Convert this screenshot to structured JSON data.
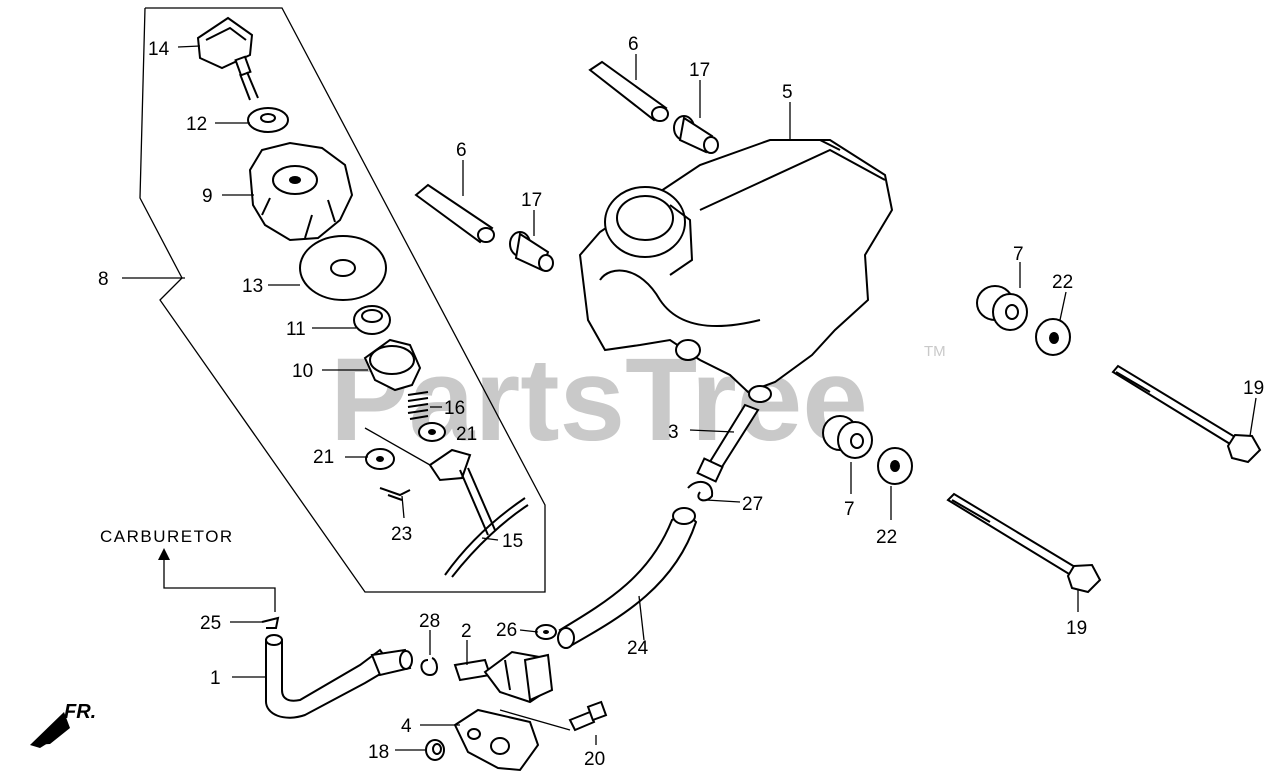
{
  "watermark": {
    "text": "PartsTree",
    "tm": "TM"
  },
  "labels": {
    "carburetor": "CARBURETOR",
    "fr": "FR.",
    "p1": "1",
    "p2": "2",
    "p3": "3",
    "p4": "4",
    "p5": "5",
    "p6": "6",
    "p7": "7",
    "p8": "8",
    "p9": "9",
    "p10": "10",
    "p11": "11",
    "p12": "12",
    "p13": "13",
    "p14": "14",
    "p15": "15",
    "p16": "16",
    "p17": "17",
    "p18": "18",
    "p19": "19",
    "p20": "20",
    "p21": "21",
    "p22": "22",
    "p23": "23",
    "p24": "24",
    "p25": "25",
    "p26": "26",
    "p27": "27",
    "p28": "28"
  }
}
